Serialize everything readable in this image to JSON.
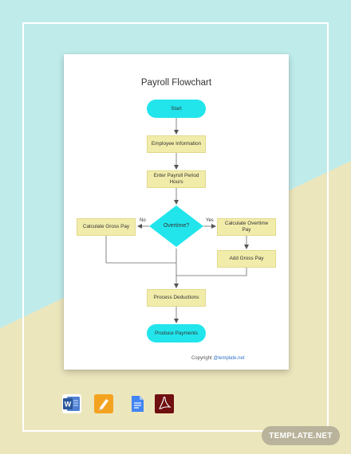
{
  "document": {
    "title": "Payroll Flowchart",
    "copyright_prefix": "Copyright",
    "copyright_link": "@template.net"
  },
  "flowchart": {
    "start": "Start",
    "employee_info": "Employee Information",
    "enter_hours": "Enter Payroll Period Hours",
    "decision": "Overtime?",
    "branch_no": "No",
    "branch_yes": "Yes",
    "calc_gross": "Calculate Gross Pay",
    "calc_overtime": "Calculate Overtime Pay",
    "add_gross": "Add Gross Pay",
    "deductions": "Process Deductions",
    "payments": "Produce Payments"
  },
  "file_formats": [
    {
      "icon": "word-icon",
      "label": "W"
    },
    {
      "icon": "pages-icon",
      "label": ""
    },
    {
      "icon": "google-docs-icon",
      "label": ""
    },
    {
      "icon": "pdf-icon",
      "label": ""
    }
  ],
  "badge": {
    "label": "TEMPLATE.NET"
  },
  "colors": {
    "background_blue": "#bfeceb",
    "background_beige": "#ece6bd",
    "terminal": "#22e5ec",
    "process": "#f2ecab",
    "link": "#2f73c8",
    "badge": "#b9b39b"
  }
}
